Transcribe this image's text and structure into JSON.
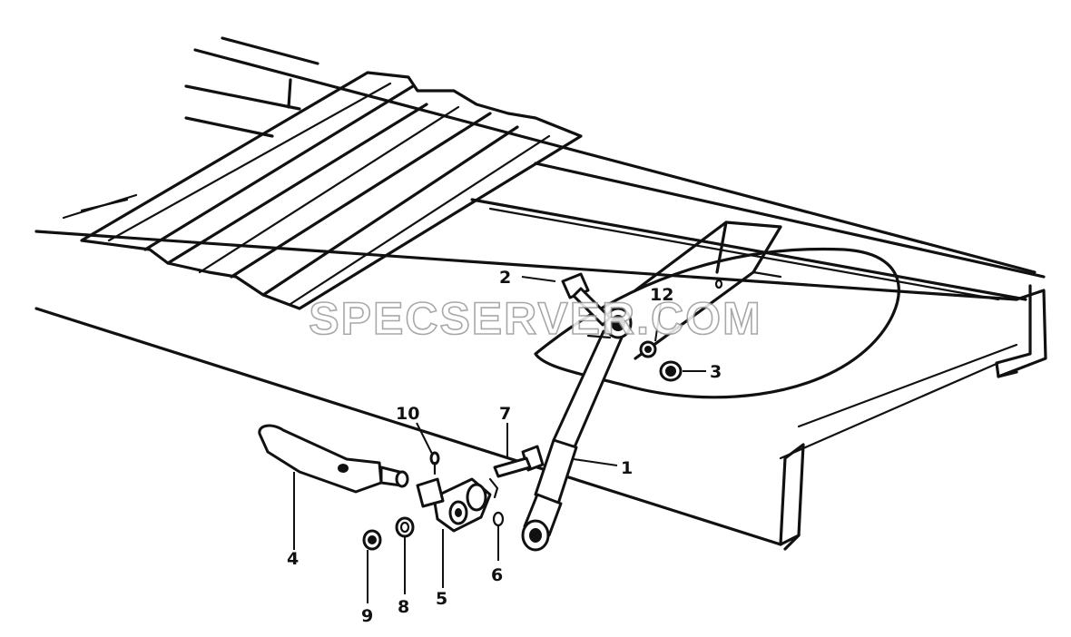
{
  "watermark": "SPECSERVER.COM",
  "callouts": {
    "c1": "1",
    "c2": "2",
    "c3": "3",
    "c4": "4",
    "c5": "5",
    "c6": "6",
    "c7": "7",
    "c8": "8",
    "c9": "9",
    "c10": "10",
    "c12": "12"
  },
  "icons": {
    "gas_spring": "gas-spring-strut-icon",
    "frame": "chassis-frame-rail-icon",
    "bolt": "bolt-icon",
    "nut": "nut-icon",
    "washer": "washer-icon",
    "bracket": "bracket-arm-icon",
    "clevis": "clevis-joint-icon"
  },
  "colors": {
    "line": "#111111",
    "background": "#ffffff",
    "watermark": "#9a9a9a"
  }
}
